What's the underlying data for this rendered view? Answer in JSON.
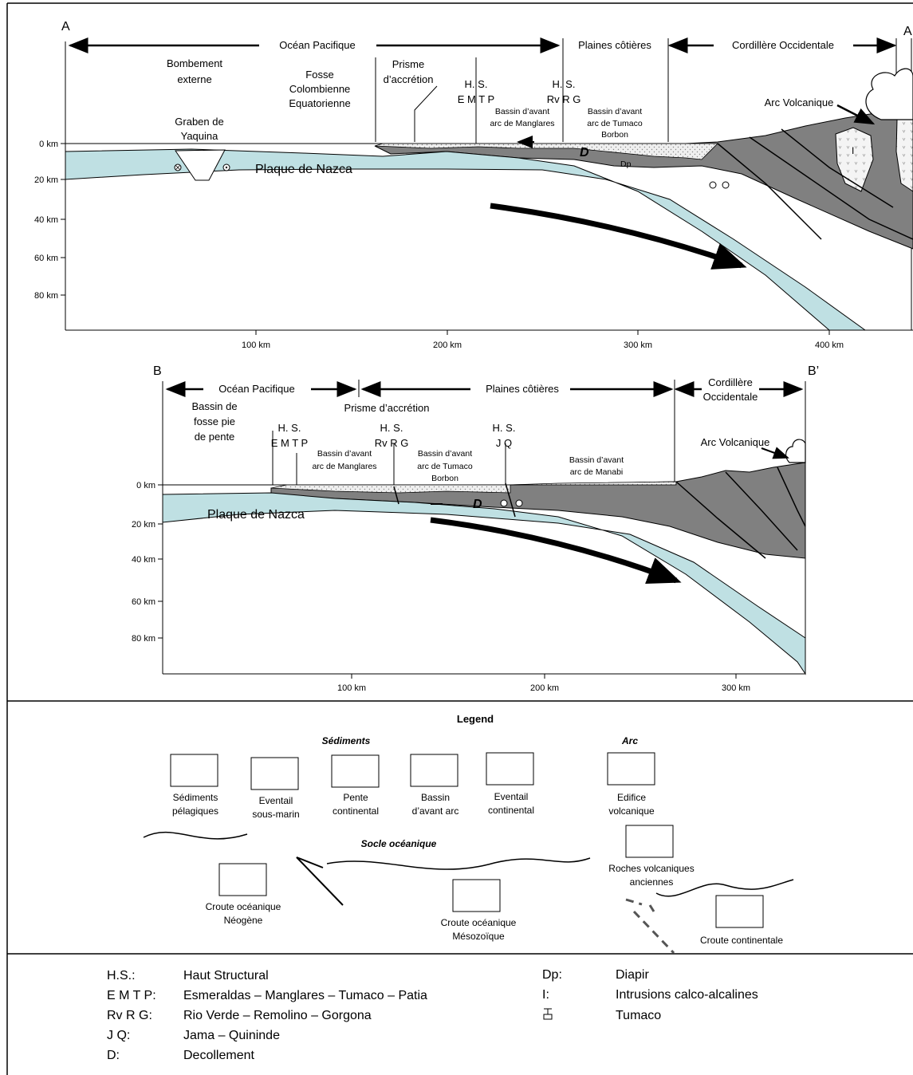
{
  "colors": {
    "oceanic_plate": "#bfe0e3",
    "continental_crust": "#808080",
    "sediment_fill": "#e6e6e6",
    "outline": "#000000"
  },
  "sectionA": {
    "start_label": "A",
    "end_label": "A",
    "domains": [
      "Océan Pacifique",
      "Plaines côtières",
      "Cordillère Occidentale"
    ],
    "features": {
      "bombement_1": "Bombement",
      "bombement_2": "externe",
      "fosse_1": "Fosse",
      "fosse_2": "Colombienne",
      "fosse_3": "Equatorienne",
      "prisme_1": "Prisme",
      "prisme_2": "d’accrétion",
      "hs1_1": "H. S.",
      "hs1_2": "E M T P",
      "hs2_1": "H. S.",
      "hs2_2": "Rv R G",
      "bassin_manglares_1": "Bassin d’avant",
      "bassin_manglares_2": "arc de Manglares",
      "bassin_tumaco_1": "Bassin d’avant",
      "bassin_tumaco_2": "arc de Tumaco",
      "bassin_tumaco_3": "Borbon",
      "graben_1": "Graben de",
      "graben_2": "Yaquina",
      "arc_volcanique": "Arc Volcanique",
      "plaque": "Plaque de Nazca",
      "decollement": "D",
      "diapir": "Dp",
      "intrusion": "I"
    },
    "depth_labels": [
      "0 km",
      "20 km",
      "40 km",
      "60 km",
      "80 km"
    ],
    "distance_labels": [
      "100 km",
      "200 km",
      "300 km",
      "400 km"
    ]
  },
  "sectionB": {
    "start_label": "B",
    "end_label": "B’",
    "domains": [
      "Océan Pacifique",
      "Plaines côtières",
      "Cordillère",
      "Occidentale"
    ],
    "features": {
      "bassin_fosse_1": "Bassin de",
      "bassin_fosse_2": "fosse pie",
      "bassin_fosse_3": "de pente",
      "prisme": "Prisme d’accrétion",
      "hs1_1": "H. S.",
      "hs1_2": "E M T P",
      "hs2_1": "H. S.",
      "hs2_2": "Rv R G",
      "hs3_1": "H. S.",
      "hs3_2": "J Q",
      "bassin_manglares_1": "Bassin d’avant",
      "bassin_manglares_2": "arc de Manglares",
      "bassin_tumaco_1": "Bassin d’avant",
      "bassin_tumaco_2": "arc de Tumaco",
      "bassin_tumaco_3": "Borbon",
      "bassin_manabi_1": "Bassin d’avant",
      "bassin_manabi_2": "arc de Manabi",
      "arc_volcanique": "Arc Volcanique",
      "plaque": "Plaque de Nazca",
      "decollement": "D"
    },
    "depth_labels": [
      "0 km",
      "20 km",
      "40 km",
      "60 km",
      "80 km"
    ],
    "distance_labels": [
      "100 km",
      "200 km",
      "300 km"
    ]
  },
  "legend": {
    "title": "Legend",
    "sediments_heading": "Sédiments",
    "arc_heading": "Arc",
    "socle_heading": "Socle océanique",
    "items": {
      "sed_pelagiques_1": "Sédiments",
      "sed_pelagiques_2": "pélagiques",
      "eventail_sm_1": "Eventail",
      "eventail_sm_2": "sous-marin",
      "pente_1": "Pente",
      "pente_2": "continental",
      "bassin_1": "Bassin",
      "bassin_2": "d’avant arc",
      "eventail_c_1": "Eventail",
      "eventail_c_2": "continental",
      "edifice_1": "Edifice",
      "edifice_2": "volcanique",
      "roches_1": "Roches volcaniques",
      "roches_2": "anciennes",
      "croute_neo_1": "Croute océanique",
      "croute_neo_2": "Néogène",
      "croute_meso_1": "Croute océanique",
      "croute_meso_2": "Mésozoïque",
      "croute_cont": "Croute continentale"
    }
  },
  "abbreviations": {
    "left": [
      {
        "key": "H.S.:",
        "value": "Haut Structural"
      },
      {
        "key": "E M T P:",
        "value": "Esmeraldas – Manglares – Tumaco – Patia"
      },
      {
        "key": "Rv R G:",
        "value": "Rio Verde – Remolino – Gorgona"
      },
      {
        "key": "J Q:",
        "value": "Jama – Quininde"
      },
      {
        "key": "D:",
        "value": "Decollement"
      }
    ],
    "right": [
      {
        "key": "Dp:",
        "value": "Diapir"
      },
      {
        "key": "I:",
        "value": "Intrusions calco-alcalines"
      },
      {
        "key": "",
        "value": "Tumaco"
      }
    ]
  }
}
